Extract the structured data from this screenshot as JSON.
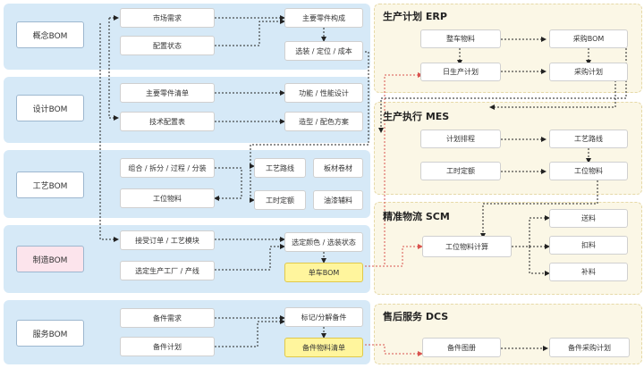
{
  "left_bands": {
    "concept": {
      "label": "概念BOM",
      "nodes": [
        "市场需求",
        "配置状态",
        "主要零件构成",
        "选装 / 定位 / 成本"
      ]
    },
    "design": {
      "label": "设计BOM",
      "nodes": [
        "主要零件清单",
        "技术配置表",
        "功能 / 性能设计",
        "造型 / 配色方案"
      ]
    },
    "process": {
      "label": "工艺BOM",
      "nodes": [
        "组合 / 拆分 / 过程 / 分装",
        "工位物料",
        "工艺路线",
        "板材卷材",
        "工时定额",
        "油漆辅料"
      ]
    },
    "manufacturing": {
      "label": "制造BOM",
      "nodes": [
        "接受订单 / 工艺模块",
        "选定生产工厂 / 产线",
        "选定颜色 / 选装状态",
        "单车BOM"
      ]
    },
    "service": {
      "label": "服务BOM",
      "nodes": [
        "备件需求",
        "备件计划",
        "标记/分解备件",
        "备件物料清单"
      ]
    }
  },
  "right_panels": {
    "erp": {
      "title": "生产计划 ERP",
      "nodes": [
        "整车物料",
        "采购BOM",
        "日生产计划",
        "采购计划"
      ]
    },
    "mes": {
      "title": "生产执行 MES",
      "nodes": [
        "计划排程",
        "工艺路线",
        "工时定额",
        "工位物料"
      ]
    },
    "scm": {
      "title": "精准物流  SCM",
      "nodes": [
        "工位物料计算",
        "送料",
        "扣料",
        "补料"
      ]
    },
    "dcs": {
      "title": "售后服务  DCS",
      "nodes": [
        "备件图册",
        "备件采购计划"
      ]
    }
  },
  "colors": {
    "band_blue": "#d6e9f7",
    "panel_cream": "#fbf7e6",
    "highlight_yellow": "#fff59d",
    "manufacturing_pink": "#fce4ec",
    "arrow_red": "#d9534f"
  }
}
